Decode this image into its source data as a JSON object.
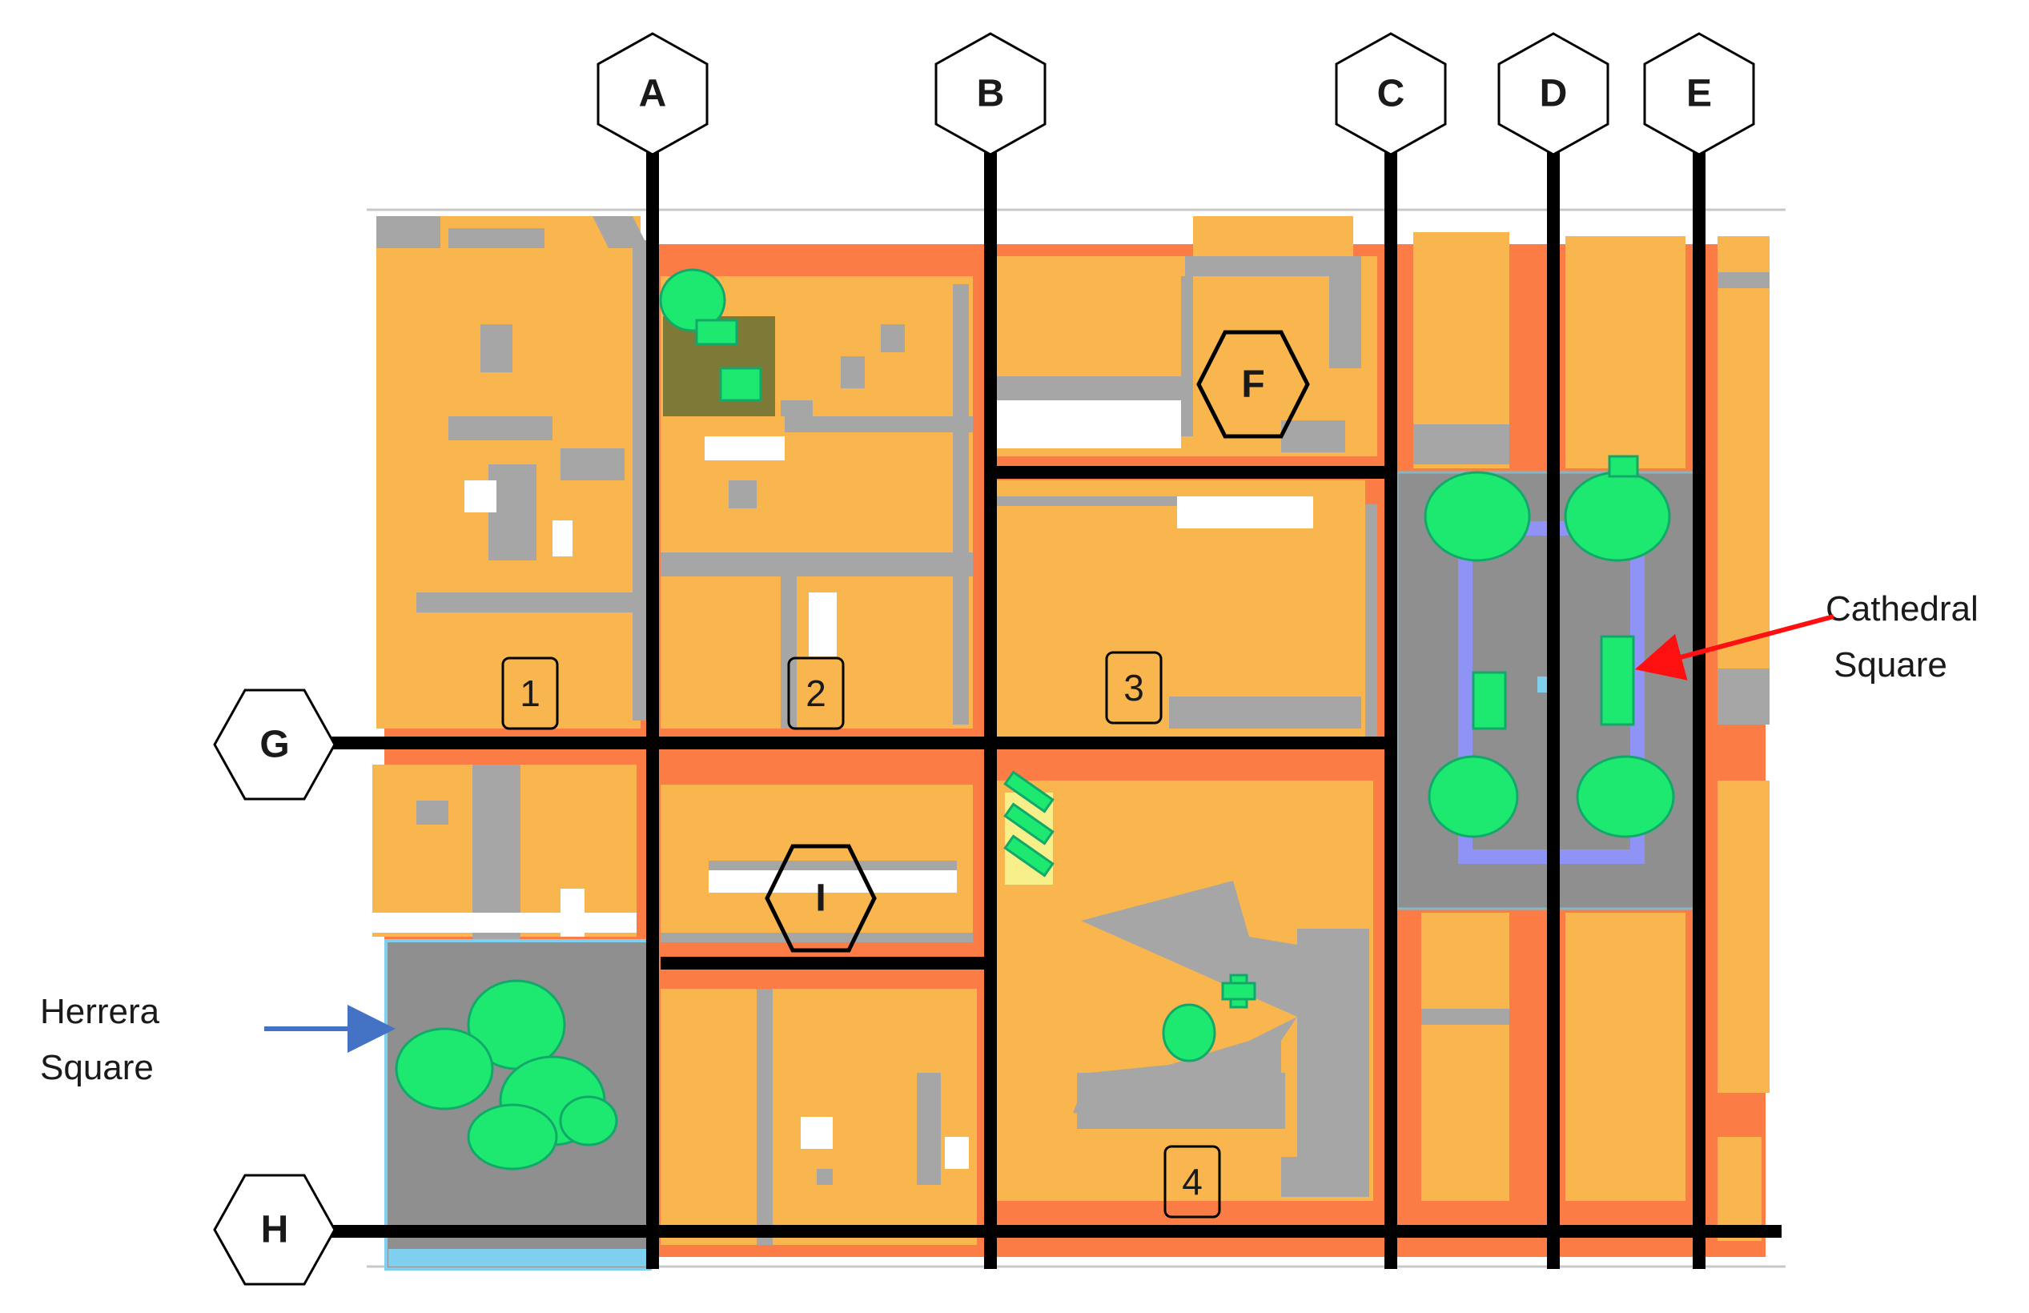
{
  "colors": {
    "building": "#f9b64e",
    "building_shadow": "#a6a6a6",
    "road": "#fc7c45",
    "plaza": "#8f8f8f",
    "tree": "#1de870",
    "tree_edge": "#12a86a",
    "water_edge": "#7fd0ee",
    "cathedral_path": "#8e93f5",
    "axis_line": "#000000",
    "pointer_red": "#ff1010",
    "pointer_blue": "#4472c4"
  },
  "axes": {
    "vertical": [
      "A",
      "B",
      "C",
      "D",
      "E"
    ],
    "horizontal": [
      "G",
      "H"
    ]
  },
  "markers": {
    "F": "F",
    "I": "I"
  },
  "blocks": [
    "1",
    "2",
    "3",
    "4"
  ],
  "annotations": {
    "cathedral_line1": "Cathedral",
    "cathedral_line2": "Square",
    "herrera_line1": "Herrera",
    "herrera_line2": "Square"
  }
}
